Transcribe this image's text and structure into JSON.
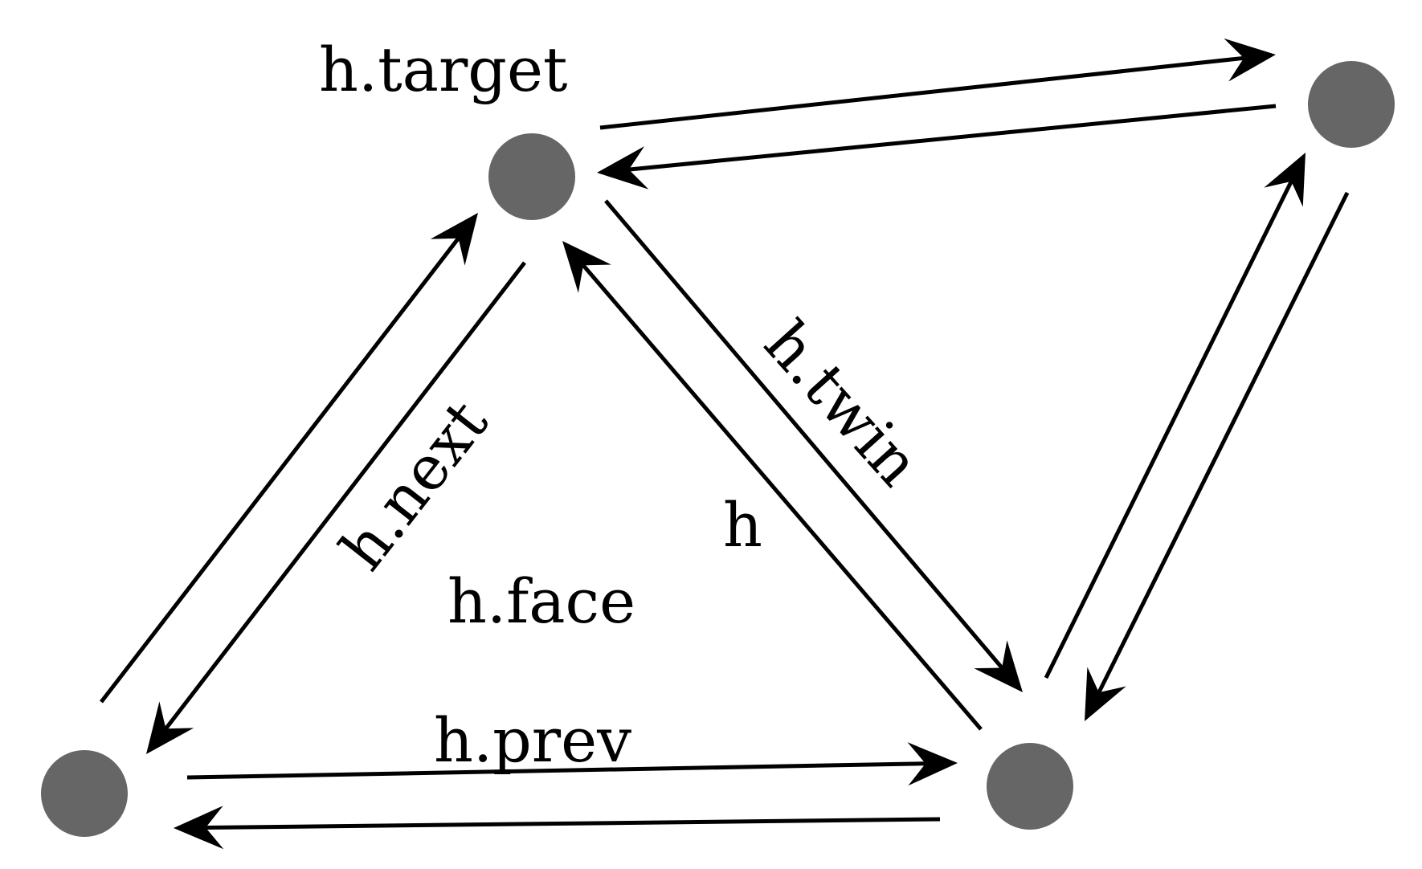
{
  "labels": {
    "target": "h.target",
    "twin": "h.twin",
    "next": "h.next",
    "half_edge": "h",
    "face": "h.face",
    "prev": "h.prev"
  },
  "colors": {
    "vertex": "#666666",
    "edge": "#000000",
    "background": "#ffffff"
  },
  "vertices": [
    "top",
    "top-right",
    "bottom-left",
    "bottom-right"
  ],
  "half_edges": [
    {
      "from": "top",
      "to": "top-right"
    },
    {
      "from": "top-right",
      "to": "top"
    },
    {
      "from": "top",
      "to": "bottom-right"
    },
    {
      "from": "bottom-right",
      "to": "top"
    },
    {
      "from": "top",
      "to": "bottom-left"
    },
    {
      "from": "bottom-left",
      "to": "top"
    },
    {
      "from": "bottom-left",
      "to": "bottom-right"
    },
    {
      "from": "bottom-right",
      "to": "bottom-left"
    },
    {
      "from": "bottom-right",
      "to": "top-right"
    },
    {
      "from": "top-right",
      "to": "bottom-right"
    }
  ]
}
